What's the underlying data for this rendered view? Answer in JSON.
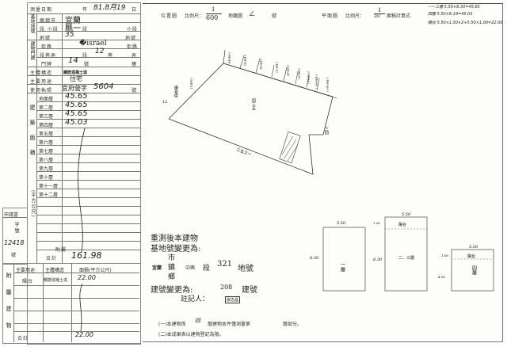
{
  "form": {
    "survey_date": {
      "label": "測量日期",
      "year_label": "年",
      "value": "81.8月19",
      "day_label": "日"
    },
    "lot": {
      "group_label": "基地地號",
      "township": {
        "label": "鄉鎮市",
        "value": "宜蘭"
      },
      "section": {
        "label": "段 小段",
        "value": "縣一",
        "suffix1": "段",
        "suffix2": "小段"
      },
      "lot_no": {
        "label": "地號",
        "value": "35",
        "suffix": "地號"
      }
    },
    "address": {
      "group_label": "建物門牌",
      "street": {
        "label": "街路",
        "value": "�israel",
        "suffix": "街路"
      },
      "lane": {
        "label": "段巷弄",
        "value": "12",
        "seg": "段",
        "lane": "巷",
        "suffix": "弄"
      },
      "door": {
        "label": "門牌",
        "value": "14",
        "num": "號",
        "suffix": "樓"
      }
    },
    "structure": {
      "label": "主體構造",
      "value": "鋼筋混凝土造"
    },
    "usage": {
      "label": "主要用途",
      "value": "住宅"
    },
    "license": {
      "label": "使用執照",
      "prefix": "宜府營字",
      "value": "5604",
      "suffix": "號"
    },
    "area": {
      "group_label": "建築面積",
      "unit_label": "(平方公尺)",
      "floors": [
        {
          "label": "地面層",
          "value": "45.65"
        },
        {
          "label": "第二層",
          "value": "45.65"
        },
        {
          "label": "第三層",
          "value": "45.65"
        },
        {
          "label": "第四層",
          "value": "45.03"
        },
        {
          "label": "第五層",
          "value": ""
        },
        {
          "label": "第六層",
          "value": ""
        },
        {
          "label": "第七層",
          "value": ""
        },
        {
          "label": "第八層",
          "value": ""
        },
        {
          "label": "第九層",
          "value": ""
        },
        {
          "label": "第十層",
          "value": ""
        },
        {
          "label": "第十一層",
          "value": ""
        },
        {
          "label": "第十二層",
          "value": ""
        }
      ],
      "annex_label": "附屬",
      "total_label": "合計",
      "total_value": "161.98"
    },
    "application": {
      "label": "申請書",
      "no_label": "字號",
      "value": "12418",
      "suffix": "號"
    },
    "annex": {
      "group_label": "附屬建物",
      "headers": [
        "主要用途",
        "主體構造",
        "面積(平方公尺)"
      ],
      "rows": [
        {
          "usage": "陽台",
          "structure": "鋼筋混凝土造",
          "area": "22.00"
        }
      ],
      "total_label": "合計",
      "total_value": "22.00"
    }
  },
  "plan": {
    "location_label": "位置圖",
    "scale_label": "比例尺：",
    "scale_num": "1",
    "scale_den": "600",
    "cadastral_label": "地籍圖",
    "cadastral_no": "ㄥ",
    "cadastral_suffix": "號",
    "floor_plan_label": "平面圖",
    "floor_scale_den": "200",
    "calc_label": "面積計算式",
    "calc_lines": [
      "一~三層 5.50×8.30=45.65",
      "四層 5.50×8.19=45.03",
      "陽台 5.50×1.50×2+5.50×1.00=22.00"
    ],
    "site_labels": {
      "road": "康安街",
      "lot_main": "四三五",
      "lot_s": "三四",
      "lot_bottom": "三五之一",
      "lot_left": "三五之一",
      "lot_w": "12",
      "top_lots": [
        "三五之五",
        "三五之六",
        "三五之七",
        "三五之八",
        "三五之九",
        "三五之十",
        "三五之十一",
        "三五之十二",
        "三五之十三"
      ]
    },
    "floors": [
      {
        "name": "一層",
        "width": "5.50",
        "depth": "8.30"
      },
      {
        "name": "二、三層",
        "width": "5.50",
        "depth": "8.30",
        "balcony": "陽台",
        "balcony_depth": "1.50"
      },
      {
        "name": "四層",
        "width": "5.50",
        "depth": "4.55",
        "balcony": "陽台",
        "balcony_depth": "1.00"
      }
    ],
    "change": {
      "line1": "重測後本建物",
      "line2": "基地號變更為:",
      "city": "宜蘭",
      "admin_units": [
        "市",
        "鎮",
        "鄉"
      ],
      "section": "中興",
      "section_suffix": "段",
      "lot": "321",
      "lot_suffix": "地號",
      "bldg_label": "建號變更為:",
      "bldg_no": "208",
      "bldg_suffix": "建號",
      "registrar_label": "註記人：",
      "stamp": "張志昌"
    },
    "notes": [
      {
        "prefix": "(一)本建物係",
        "mid": "層建物本件僅測量第",
        "suffix": "層部分。"
      },
      {
        "text": "(二)本成果表以建物登記為限。"
      }
    ]
  }
}
